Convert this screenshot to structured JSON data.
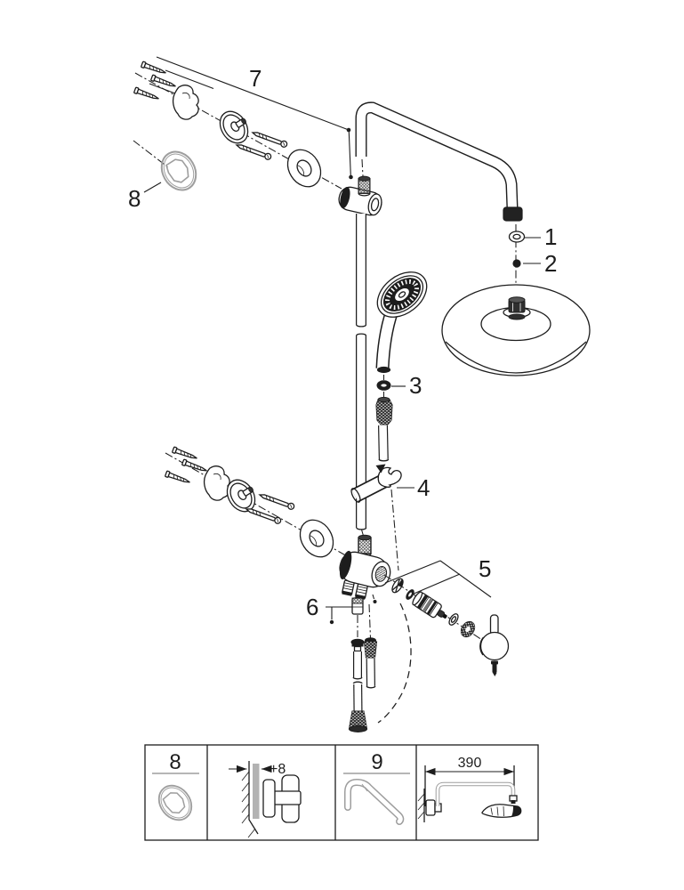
{
  "diagram": {
    "kind": "exploded-parts-diagram",
    "subject": "shower system with head shower, hand shower and valve"
  },
  "colors": {
    "ink": "#1d1d1d",
    "gray_part": "#9e9e9e",
    "background": "#ffffff"
  },
  "callouts": {
    "c1": {
      "label": "1",
      "part": "shower-arm-seal-washer"
    },
    "c2": {
      "label": "2",
      "part": "shower-arm-gasket"
    },
    "c3": {
      "label": "3",
      "part": "hand-shower-seal"
    },
    "c4": {
      "label": "4",
      "part": "hand-shower-slider-holder"
    },
    "c5": {
      "label": "5",
      "part": "valve-cartridge-handle-set"
    },
    "c6": {
      "label": "6",
      "part": "hose-adapter"
    },
    "c7": {
      "label": "7",
      "part": "wall-union-mounting-set"
    },
    "c8": {
      "label": "8",
      "part": "wall-seal-ring"
    }
  },
  "detail_boxes": [
    {
      "label": "8",
      "content": "seal-ring"
    },
    {
      "dimension": "+8",
      "content": "wall-spacer-cross-section"
    },
    {
      "label": "9",
      "content": "shower-arm"
    },
    {
      "dimension": "390",
      "content": "shower-arm-projection"
    }
  ]
}
